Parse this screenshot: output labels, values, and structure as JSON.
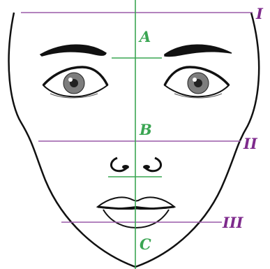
{
  "diagram": {
    "segment_labels": [
      "A",
      "B",
      "C"
    ],
    "line_labels": [
      "I",
      "II",
      "III"
    ],
    "colors": {
      "horizontal_lines": "#9a5aa8",
      "vertical_line": "#3aa552",
      "segment_labels": "#3aa552",
      "line_labels": "#7e2a8c",
      "face_outline": "#111111",
      "iris": "#7d7d7d"
    }
  }
}
